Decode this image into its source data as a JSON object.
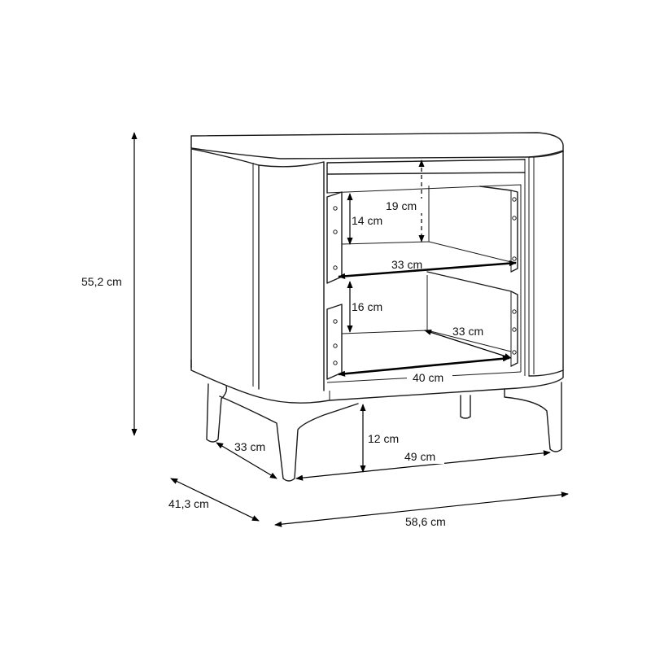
{
  "dimensions": {
    "total_height": "55,2 cm",
    "total_depth": "41,3 cm",
    "total_width": "58,6 cm",
    "leg_depth": "33 cm",
    "leg_width": "49 cm",
    "leg_height": "12 cm",
    "inner_width": "40 cm",
    "top_drawer_depth": "33 cm",
    "bottom_drawer_depth": "33 cm",
    "top_drawer_height": "14 cm",
    "bottom_drawer_height": "16 cm",
    "top_opening_height": "19 cm"
  }
}
